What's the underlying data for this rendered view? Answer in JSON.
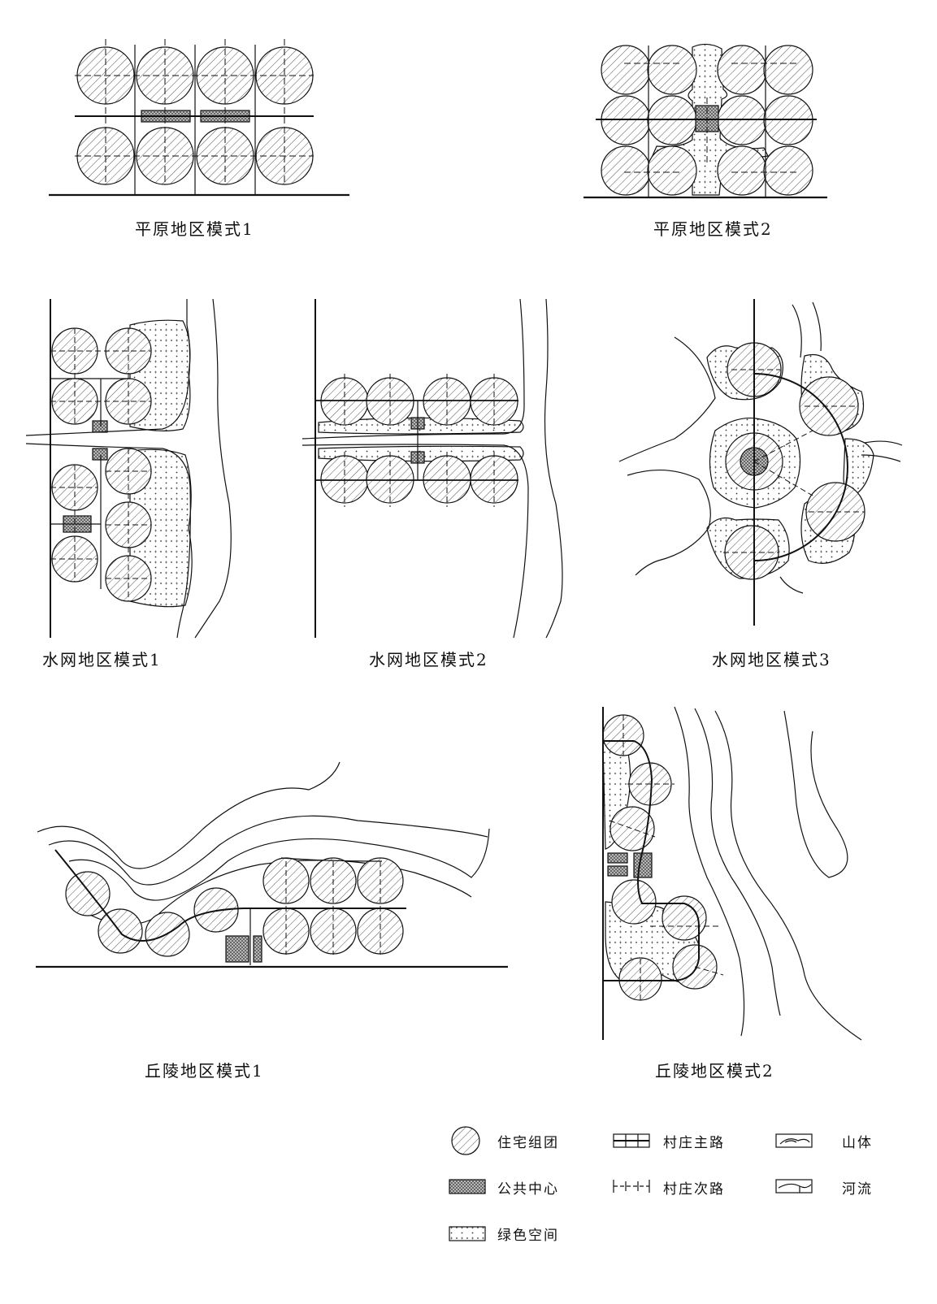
{
  "panels": {
    "plain1": "平原地区模式1",
    "plain2": "平原地区模式2",
    "water1": "水网地区模式1",
    "water2": "水网地区模式2",
    "water3": "水网地区模式3",
    "hill1": "丘陵地区模式1",
    "hill2": "丘陵地区模式2"
  },
  "legend": {
    "residential": "住宅组团",
    "public_center": "公共中心",
    "green_space": "绿色空间",
    "main_road": "村庄主路",
    "secondary_road": "村庄次路",
    "mountain": "山体",
    "river": "河流"
  }
}
